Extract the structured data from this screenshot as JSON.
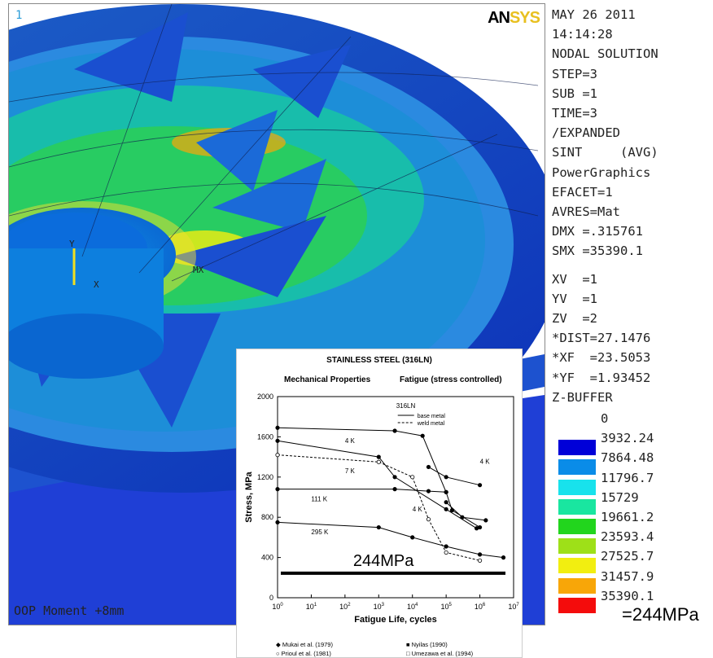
{
  "viewport": {
    "number": "1",
    "logo_a": "AN",
    "logo_b": "SYS",
    "caption": "OOP Moment +8mm",
    "triad": {
      "y": "Y",
      "x": "X",
      "mx": "MX"
    }
  },
  "info": {
    "lines1": [
      "MAY 26 2011",
      "14:14:28",
      "NODAL SOLUTION",
      "STEP=3",
      "SUB =1",
      "TIME=3",
      "/EXPANDED",
      "SINT     (AVG)",
      "PowerGraphics",
      "EFACET=1",
      "AVRES=Mat",
      "DMX =.315761",
      "SMX =35390.1"
    ],
    "lines2": [
      "XV  =1",
      "YV  =1",
      "ZV  =2",
      "*DIST=27.1476",
      "*XF  =23.5053",
      "*YF  =1.93452",
      "Z-BUFFER"
    ]
  },
  "legend": {
    "first": "0",
    "entries": [
      {
        "value": "3932.24",
        "color": "#0000d8"
      },
      {
        "value": "7864.48",
        "color": "#0a8ce8"
      },
      {
        "value": "11796.7",
        "color": "#18e2ec"
      },
      {
        "value": "15729",
        "color": "#19e6a0"
      },
      {
        "value": "19661.2",
        "color": "#22d51d"
      },
      {
        "value": "23593.4",
        "color": "#9ee018"
      },
      {
        "value": "27525.7",
        "color": "#f2ee10"
      },
      {
        "value": "31457.9",
        "color": "#f8a608"
      },
      {
        "value": "35390.1",
        "color": "#f40c0c"
      }
    ]
  },
  "inset": {
    "title": "STAINLESS STEEL  (316LN)",
    "left_heading": "Mechanical Properties",
    "right_heading": "Fatigue  (stress controlled)",
    "chart_data": {
      "type": "line",
      "xlabel": "Fatigue Life, cycles",
      "ylabel": "Stress, MPa",
      "x_scale": "log",
      "xlim": [
        1,
        10000000
      ],
      "ylim": [
        0,
        2000
      ],
      "yticks": [
        "0",
        "400",
        "800",
        "1200",
        "1600",
        "2000"
      ],
      "xticks_exp": [
        "0",
        "1",
        "2",
        "3",
        "4",
        "5",
        "6",
        "7"
      ],
      "legend_title": "316LN",
      "legend_entries": [
        "base metal",
        "weld metal"
      ],
      "series": [
        {
          "name": "4 K",
          "dash": false,
          "points": [
            [
              1,
              1690
            ],
            [
              3000,
              1660
            ],
            [
              20000,
              1610
            ],
            [
              100000,
              1050
            ],
            [
              150000,
              870
            ],
            [
              1000000,
              700
            ]
          ]
        },
        {
          "name": "7 K",
          "dash": false,
          "points": [
            [
              1,
              1560
            ],
            [
              1000,
              1400
            ],
            [
              3000,
              1200
            ],
            [
              100000,
              880
            ],
            [
              800000,
              690
            ]
          ]
        },
        {
          "name": "111 K",
          "dash": false,
          "points": [
            [
              1,
              1080
            ],
            [
              3000,
              1080
            ],
            [
              30000,
              1060
            ],
            [
              100000,
              1050
            ]
          ]
        },
        {
          "name": "295 K",
          "dash": false,
          "points": [
            [
              1,
              750
            ],
            [
              1000,
              700
            ],
            [
              10000,
              600
            ],
            [
              100000,
              510
            ],
            [
              1000000,
              430
            ],
            [
              5000000,
              400
            ]
          ]
        },
        {
          "name": "4 K",
          "dash": false,
          "points": [
            [
              30000,
              1300
            ],
            [
              100000,
              1200
            ],
            [
              1000000,
              1120
            ]
          ]
        },
        {
          "name": "4 K",
          "dash": true,
          "points": [
            [
              1,
              1420
            ],
            [
              1000,
              1350
            ],
            [
              10000,
              1200
            ],
            [
              30000,
              780
            ],
            [
              100000,
              450
            ],
            [
              1000000,
              370
            ]
          ]
        },
        {
          "name": "4 K",
          "dash": false,
          "points": [
            [
              100000,
              950
            ],
            [
              300000,
              800
            ],
            [
              1500000,
              770
            ]
          ]
        }
      ],
      "threshold": {
        "value": 244,
        "label": "244MPa"
      },
      "curve_labels": [
        "4 K",
        "7 K",
        "111 K",
        "4 K",
        "295 K",
        "4 K"
      ]
    },
    "references": [
      {
        "marker": "◆",
        "text": "Mukai et al. (1979)"
      },
      {
        "marker": "■",
        "text": "Nyilas (1990)"
      },
      {
        "marker": "○",
        "text": "Prioul et al. (1981)"
      },
      {
        "marker": "□",
        "text": "Umezawa et al. (1994)"
      }
    ]
  },
  "note": "=244MPa"
}
